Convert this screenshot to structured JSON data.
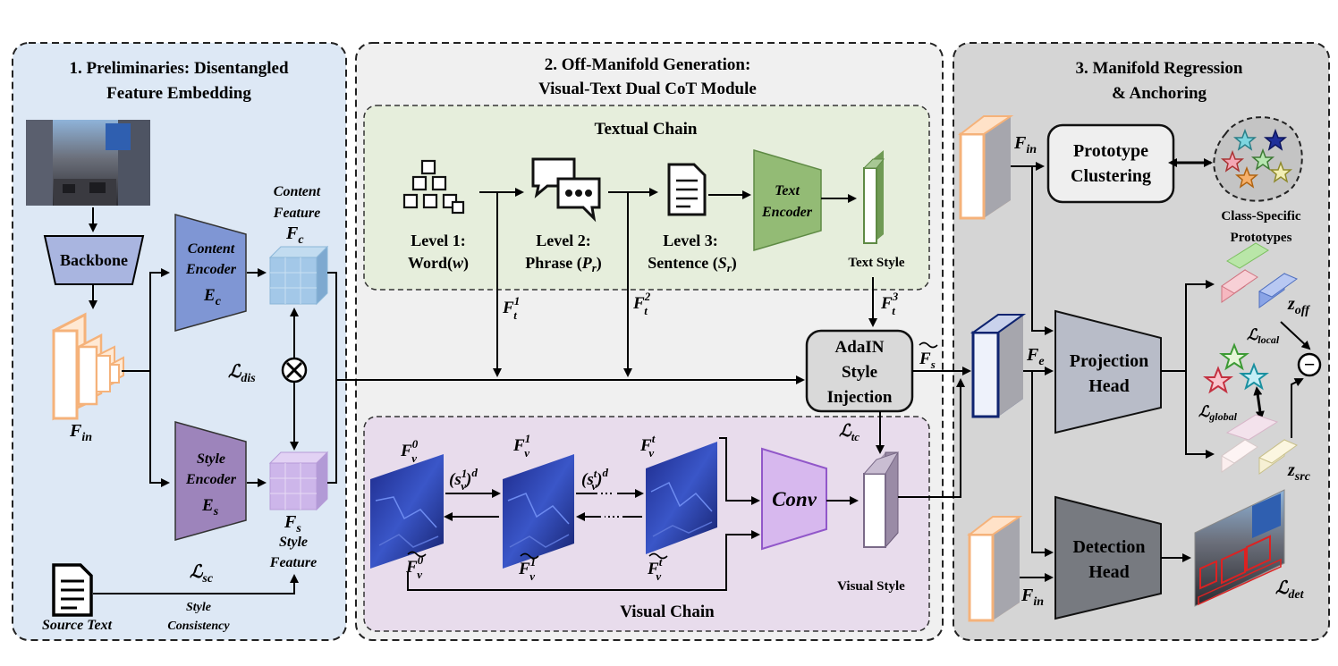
{
  "panel1": {
    "title_line1": "1. Preliminaries: Disentangled",
    "title_line2": "Feature Embedding",
    "backbone": "Backbone",
    "content_encoder": "Content",
    "content_encoder2": "Encoder",
    "content_encoder_sym": "E",
    "content_encoder_sub": "c",
    "style_encoder": "Style",
    "style_encoder2": "Encoder",
    "style_encoder_sym": "E",
    "style_encoder_sub": "s",
    "content_feature1": "Content",
    "content_feature2": "Feature",
    "content_feature_sym": "F",
    "content_feature_sub": "c",
    "style_feature_sym": "F",
    "style_feature_sub": "s",
    "style_feature1": "Style",
    "style_feature2": "Feature",
    "f_in": "F",
    "f_in_sub": "in",
    "l_dis": "ℒ",
    "l_dis_sub": "dis",
    "l_sc": "ℒ",
    "l_sc_sub": "sc",
    "style_consistency1": "Style",
    "style_consistency2": "Consistency",
    "source_text": "Source Text"
  },
  "panel2": {
    "title_line1": "2. Off-Manifold Generation:",
    "title_line2": "Visual-Text Dual CoT Module",
    "textual_chain": "Textual Chain",
    "level1a": "Level 1:",
    "level1b": "Word(",
    "level1c": "w",
    "level1d": ")",
    "level2a": "Level 2:",
    "level2b": "Phrase (",
    "level2c": "P",
    "level2d": "r",
    "level2e": ")",
    "level3a": "Level 3:",
    "level3b": "Sentence (",
    "level3c": "S",
    "level3d": "r",
    "level3e": ")",
    "text_encoder1": "Text",
    "text_encoder2": "Encoder",
    "text_style": "Text Style",
    "ft1": "F",
    "ft1_sub": "t",
    "ft1_sup": "1",
    "ft2": "F",
    "ft2_sub": "t",
    "ft2_sup": "2",
    "ft3": "F",
    "ft3_sub": "t",
    "ft3_sup": "3",
    "adain1": "AdaIN",
    "adain2": "Style",
    "adain3": "Injection",
    "fs_tilde": "F",
    "fs_tilde_sub": "s",
    "l_tc": "ℒ",
    "l_tc_sub": "tc",
    "visual_chain": "Visual Chain",
    "conv": "Conv",
    "visual_style": "Visual Style",
    "fv0": "F",
    "fv0_sub": "v",
    "fv0_sup": "0",
    "fv1": "F",
    "fv1_sub": "v",
    "fv1_sup": "1",
    "fvt": "F",
    "fvt_sub": "v",
    "fvt_sup": "t",
    "s1": "(s",
    "s1_sub": "v",
    "s1_sup": "1",
    "s1_close": ")",
    "s1_d": "d",
    "st": "(s",
    "st_sub": "v",
    "st_sup": "t",
    "st_close": ")",
    "st_d": "d",
    "fv0t": "F",
    "fv0t_sub": "v",
    "fv0t_sup": "0",
    "fv1t": "F",
    "fv1t_sub": "v",
    "fv1t_sup": "1",
    "fvtt": "F",
    "fvtt_sub": "v",
    "fvtt_sup": "t"
  },
  "panel3": {
    "title_line1": "3. Manifold Regression",
    "title_line2": "& Anchoring",
    "prototype1": "Prototype",
    "prototype2": "Clustering",
    "class_specific1": "Class-Specific",
    "class_specific2": "Prototypes",
    "projection1": "Projection",
    "projection2": "Head",
    "detection1": "Detection",
    "detection2": "Head",
    "f_in_top": "F",
    "f_in_top_sub": "in",
    "f_e": "F",
    "f_e_sub": "e",
    "f_in_bot": "F",
    "f_in_bot_sub": "in",
    "z_off": "z",
    "z_off_sub": "off",
    "z_src": "z",
    "z_src_sub": "src",
    "l_local": "ℒ",
    "l_local_sub": "local",
    "l_global": "ℒ",
    "l_global_sub": "global",
    "l_det": "ℒ",
    "l_det_sub": "det",
    "minus": "−"
  },
  "colors": {
    "panel1_bg": "#dde8f5",
    "panel2_bg": "#f0f0f0",
    "panel3_bg": "#d5d5d5",
    "textual_bg": "#e6eedc",
    "visual_bg": "#e8dcec",
    "content_encoder": "#7f96d4",
    "style_encoder": "#9d84bb",
    "text_encoder": "#93bb75",
    "conv": "#d7b8ee",
    "orange_feature": "#f5b27a"
  }
}
